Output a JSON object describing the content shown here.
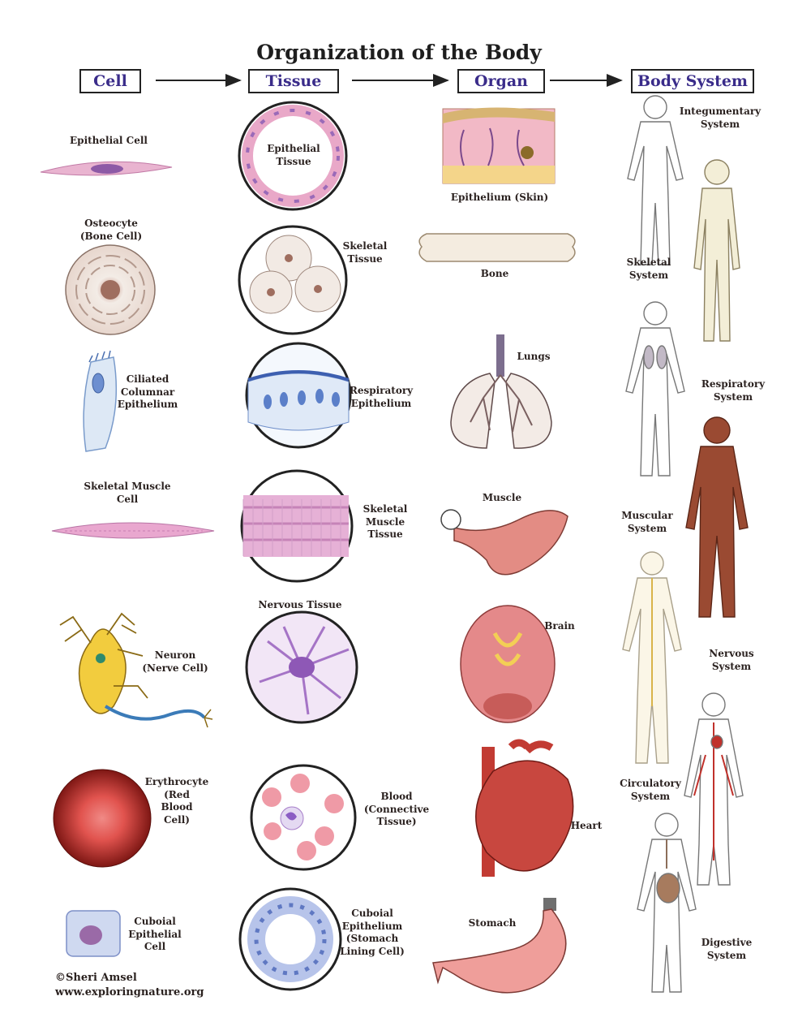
{
  "title": "Organization of the Body",
  "headers": {
    "cell": "Cell",
    "tissue": "Tissue",
    "organ": "Organ",
    "system": "Body System"
  },
  "cells": [
    [
      "Epithelial Cell"
    ],
    [
      "Osteocyte",
      "(Bone Cell)"
    ],
    [
      "Ciliated",
      "Columnar",
      "Epithelium"
    ],
    [
      "Skeletal Muscle",
      "Cell"
    ],
    [
      "Neuron",
      "(Nerve Cell)"
    ],
    [
      "Erythrocyte",
      "(Red",
      "Blood",
      "Cell)"
    ],
    [
      "Cuboial",
      "Epithelial",
      "Cell"
    ]
  ],
  "tissues": [
    [
      "Epithelial",
      "Tissue"
    ],
    [
      "Skeletal",
      "Tissue"
    ],
    [
      "Respiratory",
      "Epithelium"
    ],
    [
      "Skeletal",
      "Muscle",
      "Tissue"
    ],
    [
      "Nervous Tissue"
    ],
    [
      "Blood",
      "(Connective",
      "Tissue)"
    ],
    [
      "Cuboial",
      "Epithelium",
      "(Stomach",
      "Lining Cell)"
    ]
  ],
  "organs": [
    [
      "Epithelium (Skin)"
    ],
    [
      "Bone"
    ],
    [
      "Lungs"
    ],
    [
      "Muscle"
    ],
    [
      "Brain"
    ],
    [
      "Heart"
    ],
    [
      "Stomach"
    ]
  ],
  "systems": [
    [
      "Integumentary",
      "System"
    ],
    [
      "Skeletal",
      "System"
    ],
    [
      "Respiratory",
      "System"
    ],
    [
      "Muscular",
      "System"
    ],
    [
      "Nervous",
      "System"
    ],
    [
      "Circulatory",
      "System"
    ],
    [
      "Digestive",
      "System"
    ]
  ],
  "credit": [
    "©Sheri Amsel",
    "www.exploringnature.org"
  ],
  "colors": {
    "header_text": "#3a2c8a",
    "pink": "#e6a9c9",
    "tissue_purple": "#b78bc9",
    "blood_red": "#a8231c",
    "flesh": "#e58f86"
  }
}
